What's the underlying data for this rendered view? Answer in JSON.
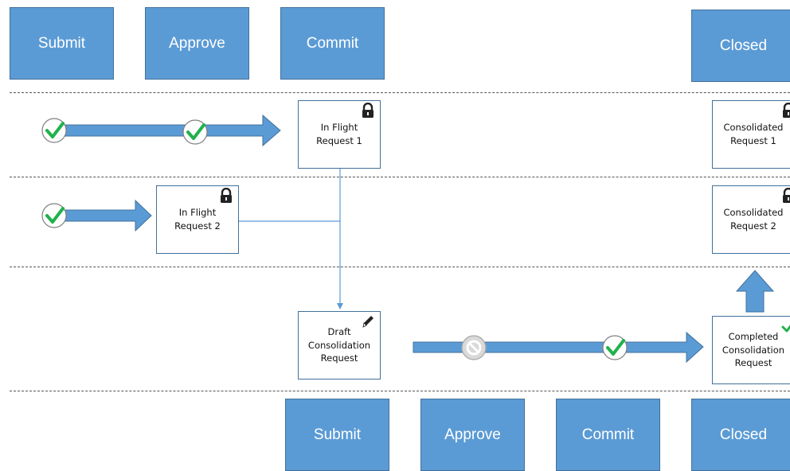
{
  "top_stages": [
    "Submit",
    "Approve",
    "Commit",
    "Closed"
  ],
  "bottom_stages": [
    "Submit",
    "Approve",
    "Commit",
    "Closed"
  ],
  "requests": {
    "in_flight_1": "In Flight\nRequest 1",
    "in_flight_2": "In Flight\nRequest 2",
    "draft": "Draft\nConsolidation\nRequest",
    "consolidated_1": "Consolidated\nRequest 1",
    "consolidated_2": "Consolidated\nRequest 2",
    "completed": "Completed\nConsolidation\nRequest"
  },
  "colors": {
    "stage_fill": "#5b9bd5",
    "stage_border": "#41719c",
    "arrow_fill": "#5b9bd5",
    "check_green": "#22b14c",
    "blocked_gray": "#a6a6a6"
  },
  "icons": {
    "lock": "lock-icon",
    "pencil": "pencil-icon",
    "check": "check-icon",
    "blocked": "no-entry-icon"
  }
}
